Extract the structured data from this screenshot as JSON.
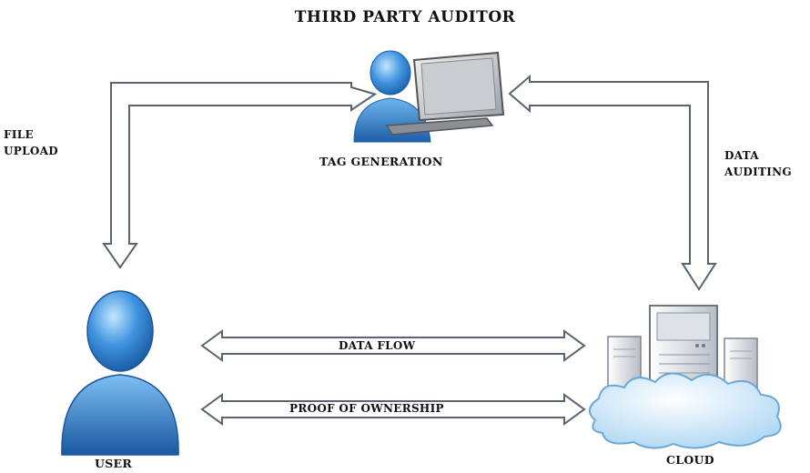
{
  "title": "THIRD PARTY AUDITOR",
  "nodes": {
    "auditor": {
      "label": "TAG GENERATION",
      "icon": "auditor-with-laptop"
    },
    "user": {
      "label": "USER",
      "icon": "user-silhouette"
    },
    "cloud": {
      "label": "CLOUD",
      "icon": "cloud-servers"
    }
  },
  "edges": {
    "file_upload": {
      "line1": "FILE",
      "line2": "UPLOAD"
    },
    "data_auditing": {
      "line1": "DATA",
      "line2": "AUDITING"
    },
    "data_flow": {
      "label": "DATA FLOW"
    },
    "proof_of_ownership": {
      "label": "PROOF OF OWNERSHIP"
    }
  },
  "colors": {
    "person_blue": "#3f93e0",
    "person_blue_dark": "#1e5ea8",
    "arrow_outline": "#5a6470",
    "arrow_fill": "#ffffff",
    "server_light": "#eef1f4",
    "cloud_blue": "#cfe6f7"
  }
}
